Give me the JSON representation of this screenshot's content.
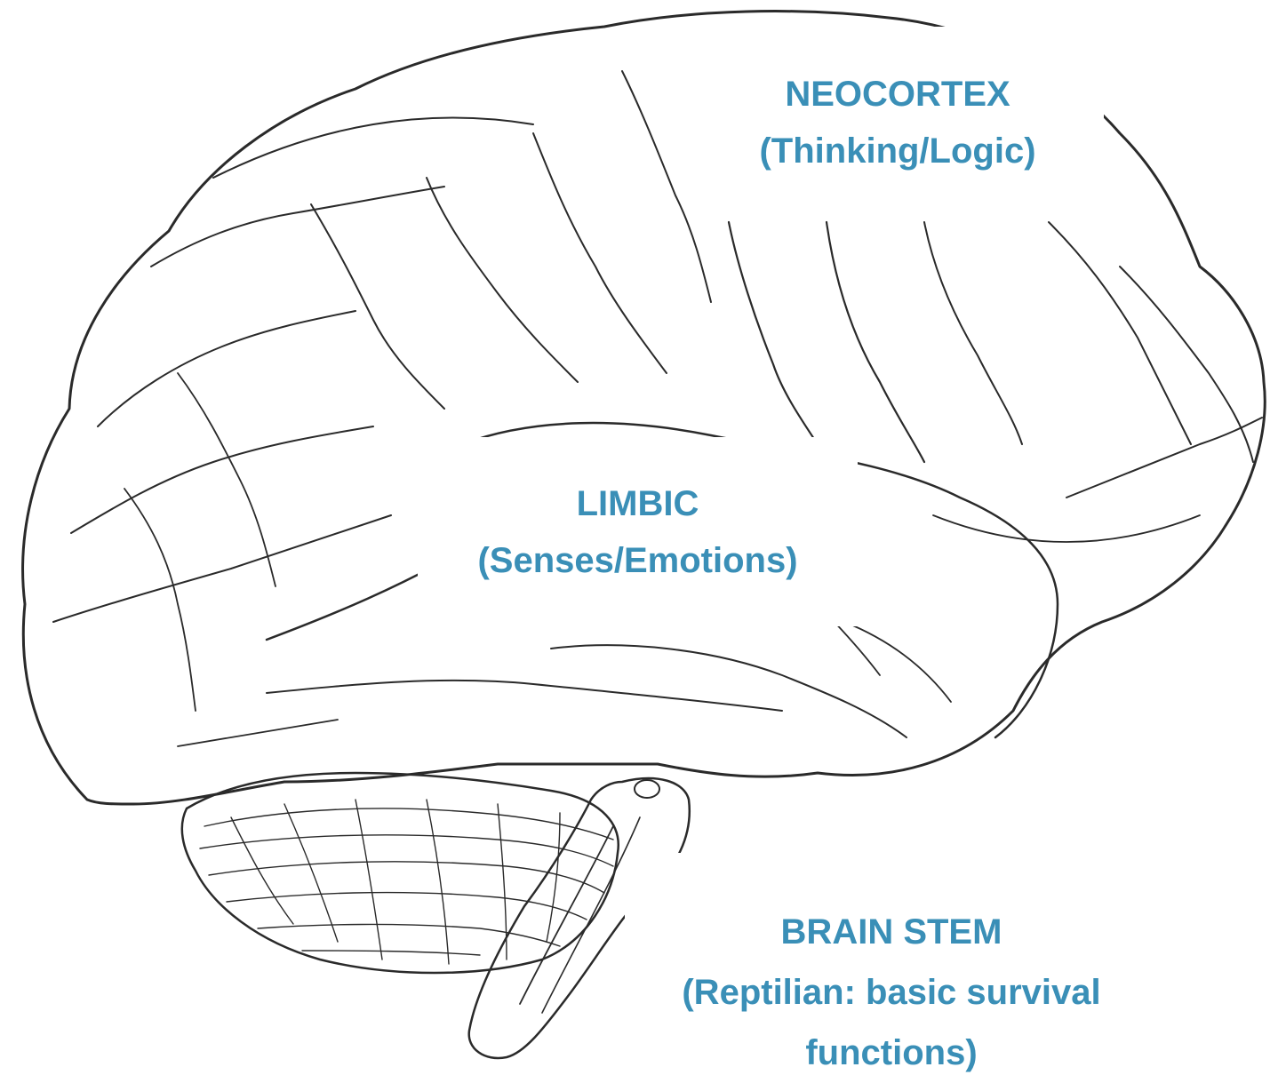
{
  "diagram": {
    "label_color": "#3a8fb7",
    "outline_color": "#2a2a2a",
    "icon": "brain-sketch-illustration",
    "labels": {
      "neocortex": {
        "title": "NEOCORTEX",
        "subtitle": "(Thinking/Logic)"
      },
      "limbic": {
        "title": "LIMBIC",
        "subtitle": "(Senses/Emotions)"
      },
      "brain_stem": {
        "title": "BRAIN STEM",
        "line2": "(Reptilian: basic survival",
        "line3": "functions)"
      }
    }
  }
}
